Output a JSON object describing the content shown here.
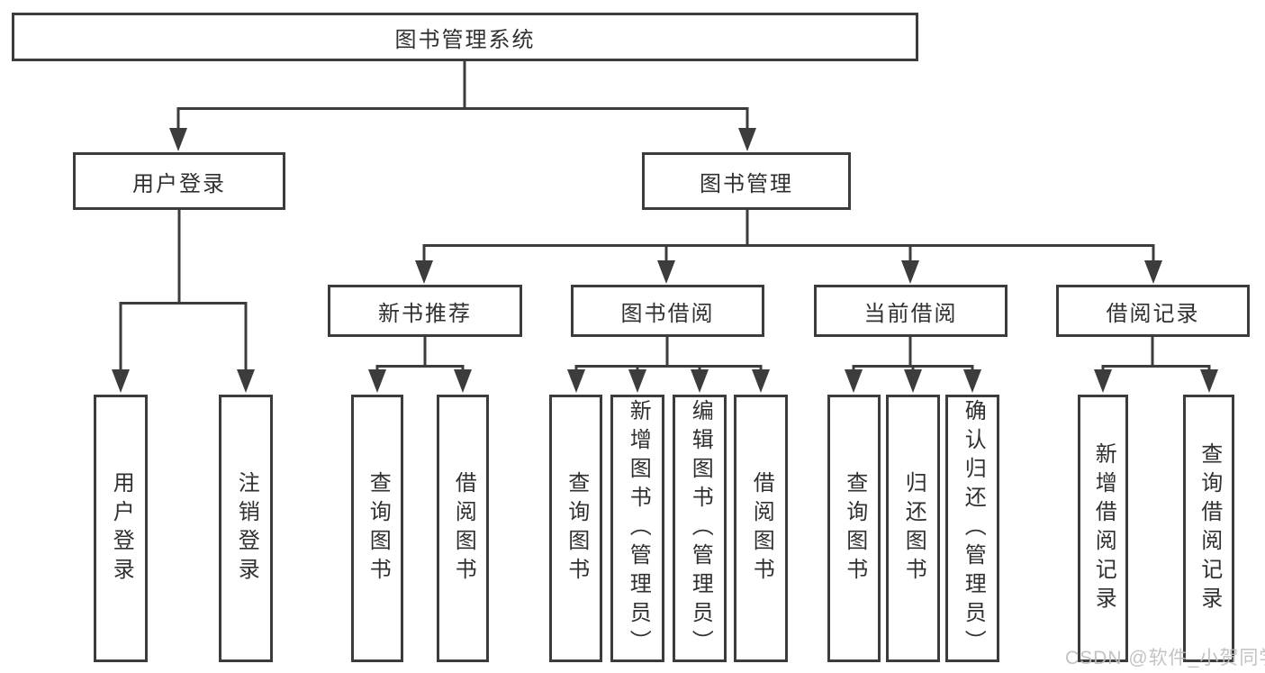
{
  "diagram": {
    "colors": {
      "line": "#3c3c3c",
      "box_border": "#3c3c3c",
      "text": "#303030",
      "background": "#ffffff",
      "watermark": "#bebebe"
    },
    "root": {
      "label": "图书管理系统"
    },
    "level2": {
      "user_login": {
        "label": "用户登录"
      },
      "book_mgmt": {
        "label": "图书管理"
      }
    },
    "level3": {
      "new_books": {
        "label": "新书推荐"
      },
      "book_borrow": {
        "label": "图书借阅"
      },
      "current_borrow": {
        "label": "当前借阅"
      },
      "borrow_records": {
        "label": "借阅记录"
      }
    },
    "leaves": {
      "login": {
        "label": "用户登录"
      },
      "logout": {
        "label": "注销登录"
      },
      "nb_query": {
        "label": "查询图书"
      },
      "nb_borrow": {
        "label": "借阅图书"
      },
      "bb_query": {
        "label": "查询图书"
      },
      "bb_add": {
        "label": "新增图书（管理员）"
      },
      "bb_edit": {
        "label": "编辑图书（管理员）"
      },
      "bb_borrow": {
        "label": "借阅图书"
      },
      "cb_query": {
        "label": "查询图书"
      },
      "cb_return": {
        "label": "归还图书"
      },
      "cb_confirm": {
        "label": "确认归还（管理员）"
      },
      "br_add": {
        "label": "新增借阅记录"
      },
      "br_query": {
        "label": "查询借阅记录"
      }
    },
    "watermark": "CSDN @软件_小贺同学"
  }
}
